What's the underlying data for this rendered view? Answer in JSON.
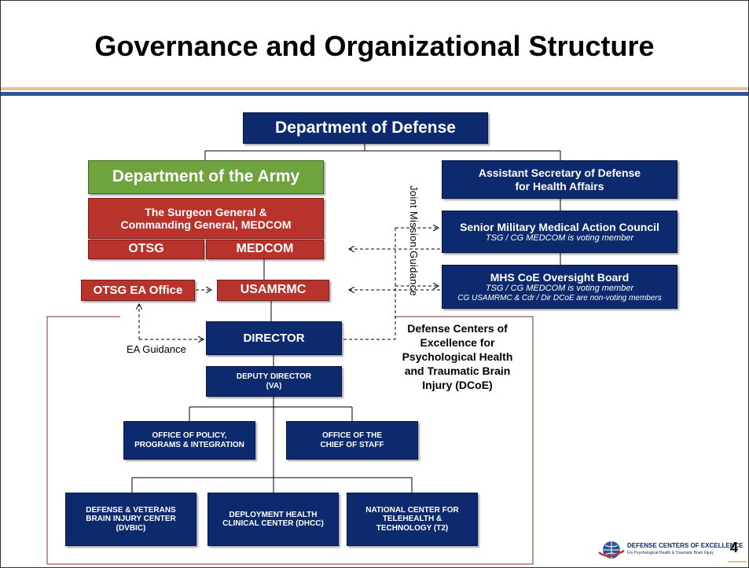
{
  "slide": {
    "title": "Governance and Organizational Structure",
    "page_number": "4"
  },
  "org": {
    "dod": "Department of Defense",
    "army": "Department of the Army",
    "tsg": "The Surgeon General & Commanding General, MEDCOM",
    "otsg": "OTSG",
    "medcom": "MEDCOM",
    "otsg_ea": "OTSG EA Office",
    "usamrmc": "USAMRMC",
    "asd_line1": "Assistant Secretary of Defense",
    "asd_line2": "for Health Affairs",
    "smmac_title": "Senior Military Medical Action Council",
    "smmac_note": "TSG / CG MEDCOM is voting member",
    "mhs_title": "MHS CoE Oversight Board",
    "mhs_note1": "TSG / CG MEDCOM is voting member",
    "mhs_note2": "CG USAMRMC & Cdr / Dir DCoE are non-voting members",
    "director": "DIRECTOR",
    "deputy_line1": "DEPUTY DIRECTOR",
    "deputy_line2": "(VA)",
    "policy_line1": "OFFICE OF POLICY,",
    "policy_line2": "PROGRAMS & INTEGRATION",
    "cos_line1": "OFFICE OF THE",
    "cos_line2": "CHIEF OF STAFF",
    "dvbic_line1": "DEFENSE & VETERANS",
    "dvbic_line2": "BRAIN INJURY CENTER",
    "dvbic_line3": "(DVBIC)",
    "dhcc_line1": "DEPLOYMENT HEALTH",
    "dhcc_line2": "CLINICAL CENTER (DHCC)",
    "t2_line1": "NATIONAL CENTER FOR",
    "t2_line2": "TELEHEALTH &",
    "t2_line3": "TECHNOLOGY (T2)"
  },
  "labels": {
    "joint_mission": "Joint Mission Guidance",
    "ea_guidance": "EA Guidance",
    "dcoe_line1": "Defense Centers of",
    "dcoe_line2": "Excellence for",
    "dcoe_line3": "Psychological Health",
    "dcoe_line4": "and Traumatic Brain",
    "dcoe_line5": "Injury (DCoE)"
  },
  "logo": {
    "name_line1": "DEFENSE CENTERS OF EXCELLENCE",
    "name_line2": "For Psychological Health & Traumatic Brain Injury"
  },
  "colors": {
    "navy": "#0c2a6d",
    "army_green": "#6ea33d",
    "medcom_red": "#b8332c",
    "accent_blue": "#2e5599",
    "accent_gold": "#e0c58a"
  }
}
